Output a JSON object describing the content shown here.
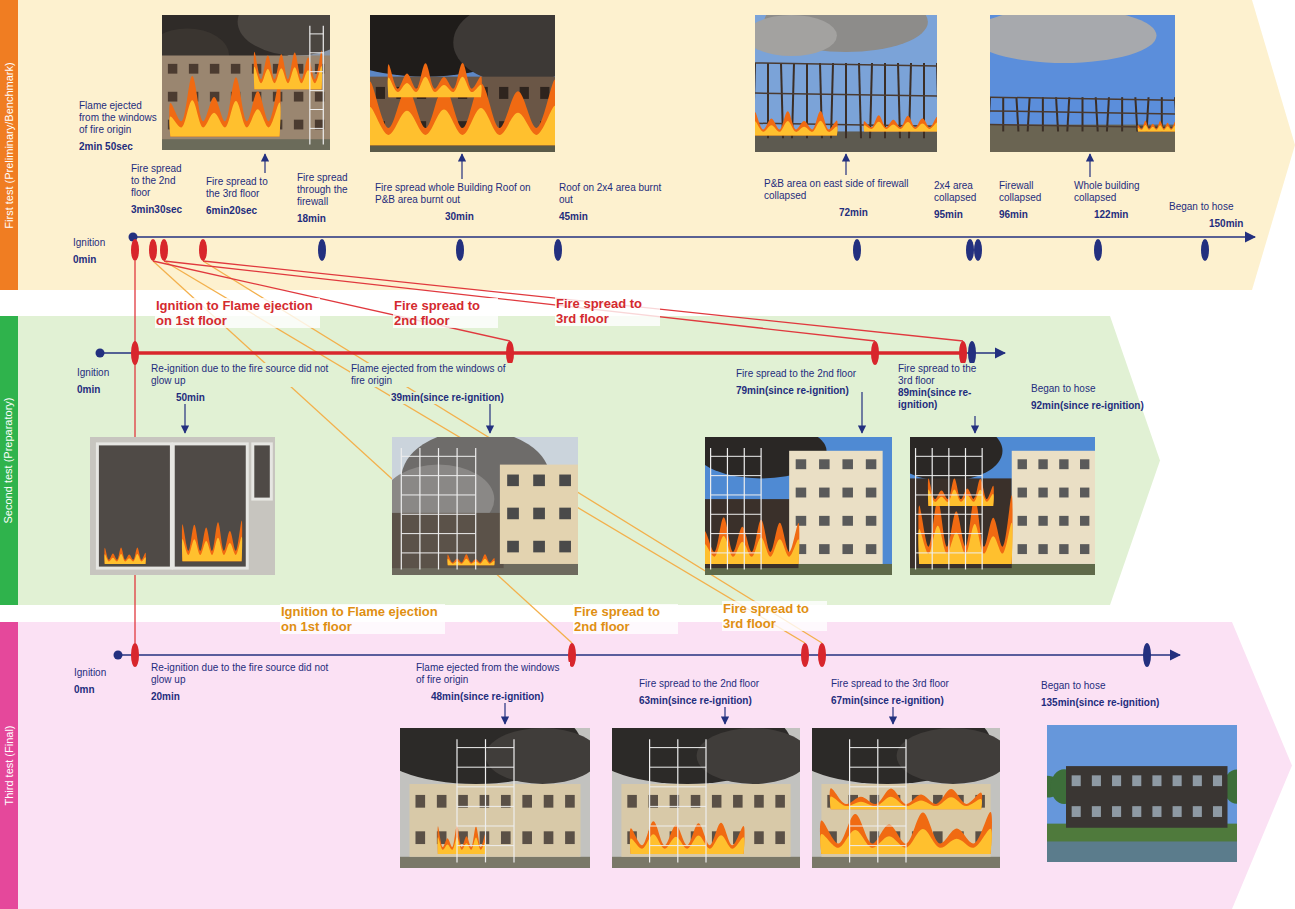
{
  "diagram": {
    "nodes": [
      {
        "text": [
          "First test (Preliminary/Benchmark)"
        ]
      },
      {
        "text": [
          "Second test (Preparatory)"
        ]
      },
      {
        "text": [
          "Third test (Final)"
        ]
      }
    ],
    "labels": [
      "Flame ejected from the windows of fire origin",
      "2min 50sec",
      "Fire spread to the 2nd floor",
      "3min30sec",
      "Fire spread to the 3rd floor",
      "6min20sec",
      "Fire spread through the firewall",
      "18min",
      "Fire spread whole Building Roof on P&B area burnt out",
      "30min",
      "Roof on 2x4 area burnt out",
      "45min",
      "P&B area on east side of firewall collapsed",
      "72min",
      "2x4 area collapsed",
      "95min",
      "Firewall collapsed",
      "96min",
      "Whole building collapsed",
      "122min",
      "Began to hose",
      "150min",
      "Ignition",
      "0min",
      "Ignition to Flame ejection on 1st floor",
      "Fire spread to 2nd floor",
      "Fire spread to 3rd floor",
      "Ignition",
      "0min",
      "Re-ignition due to the fire source did not glow up",
      "50min",
      "Flame ejected from the windows of fire origin",
      "39min(since re-ignition)",
      "Fire spread to the 2nd floor",
      "79min(since re-ignition)",
      "Fire spread to the 3rd floor",
      "89min(since re-ignition)",
      "Began to hose",
      "92min(since re-ignition)",
      "Ignition to Flame ejection on 1st floor",
      "Fire spread to 2nd floor",
      "Fire spread to 3rd floor",
      "Ignition",
      "0mn",
      "Re-ignition due to the fire source did not glow up",
      "20min",
      "Flame ejected from the windows of fire origin",
      "48min(since re-ignition)",
      "Fire spread to the 2nd floor",
      "63min(since re-ignition)",
      "Fire spread to the 3rd floor",
      "67min(since re-ignition)",
      "Began to hose",
      "135min(since re-ignition)"
    ]
  }
}
